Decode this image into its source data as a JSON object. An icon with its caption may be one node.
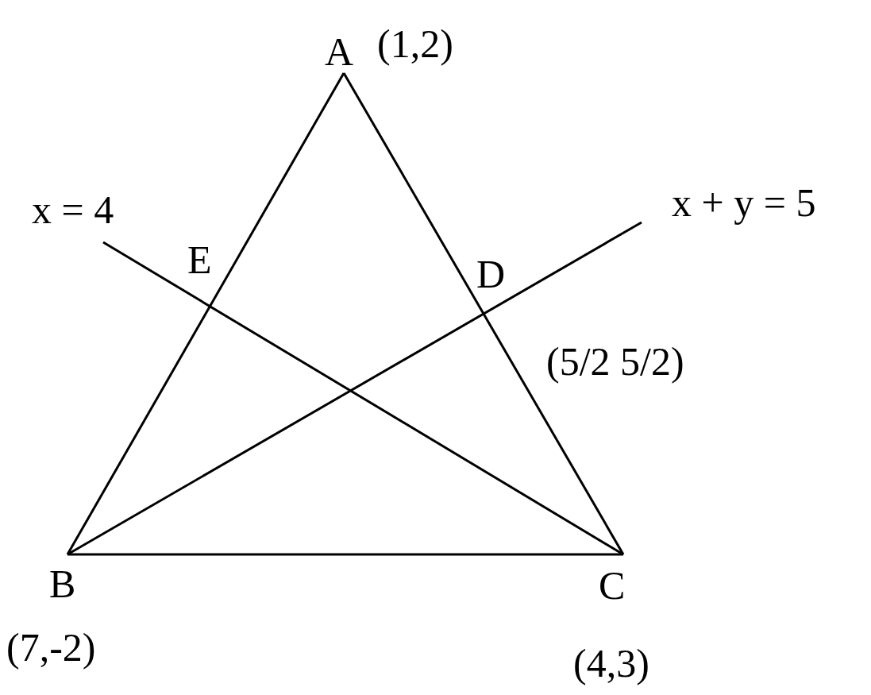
{
  "diagram": {
    "nodes": [
      {
        "text": [
          "A"
        ],
        "beside": [
          "(1,2)"
        ]
      },
      {
        "text": [
          "B"
        ],
        "beside": [
          "(7,-2)"
        ]
      },
      {
        "text": [
          "C"
        ],
        "beside": [
          "(4,3)"
        ]
      },
      {
        "text": [
          "D"
        ],
        "beside": [
          "(5/2 5/2)"
        ]
      },
      {
        "text": [
          "E"
        ]
      },
      {
        "text": [
          "x = 4"
        ]
      },
      {
        "text": [
          "x + y = 5"
        ]
      }
    ],
    "edges": [
      {
        "from": 0,
        "to": 1,
        "arrow": "none"
      },
      {
        "from": 0,
        "to": 2,
        "arrow": "none"
      },
      {
        "from": 1,
        "to": 2,
        "arrow": "none"
      },
      {
        "from": 1,
        "to": 6,
        "arrow": "none"
      },
      {
        "from": 2,
        "to": 5,
        "arrow": "none"
      }
    ]
  }
}
